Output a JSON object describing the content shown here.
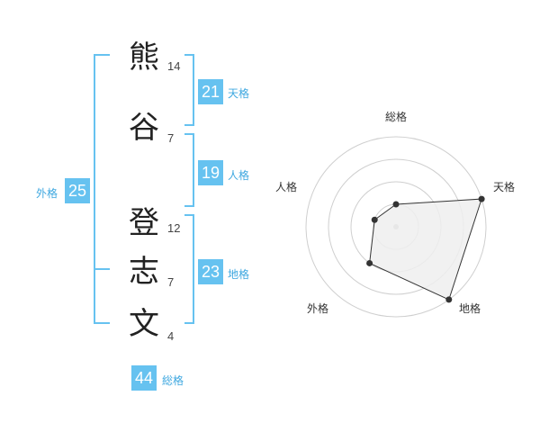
{
  "name": {
    "characters": [
      {
        "char": "熊",
        "strokes": "14"
      },
      {
        "char": "谷",
        "strokes": "7"
      },
      {
        "char": "登",
        "strokes": "12"
      },
      {
        "char": "志",
        "strokes": "7"
      },
      {
        "char": "文",
        "strokes": "4"
      }
    ]
  },
  "fortunes": {
    "tenkaku": {
      "value": "21",
      "label": "天格"
    },
    "jinkaku": {
      "value": "19",
      "label": "人格"
    },
    "chikaku": {
      "value": "23",
      "label": "地格"
    },
    "gaikaku": {
      "value": "25",
      "label": "外格"
    },
    "soukaku": {
      "value": "44",
      "label": "総格"
    }
  },
  "colors": {
    "accent": "#66c2f0",
    "label_text": "#3fa8e0"
  },
  "chart_data": {
    "type": "radar",
    "axes": [
      "総格",
      "天格",
      "地格",
      "外格",
      "人格"
    ],
    "rings": 4,
    "max": 4,
    "values": [
      1,
      4,
      4,
      2,
      1
    ],
    "fill": "#eeeeee",
    "stroke": "#333333"
  }
}
